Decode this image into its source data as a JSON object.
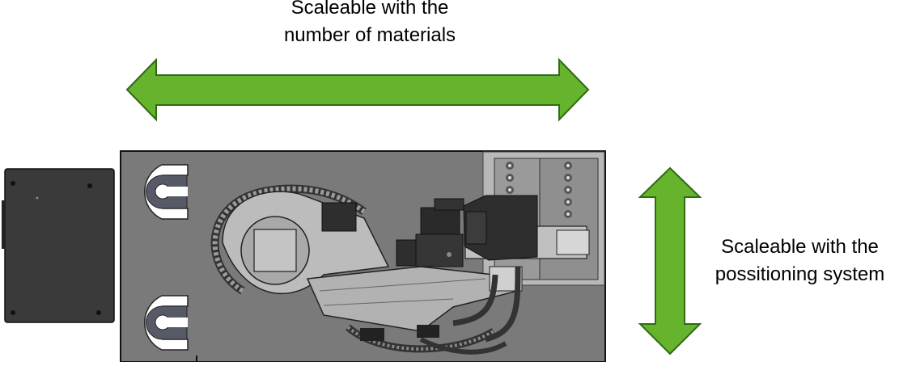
{
  "annotations": {
    "top": {
      "line1": "Scaleable with the",
      "line2": "number of materials"
    },
    "right": {
      "line1": "Scaleable with the",
      "line2": "possitioning system"
    }
  },
  "colors": {
    "arrow_fill": "#66b32e",
    "arrow_stroke": "#2f6b12",
    "platform": "#7a7a7a",
    "cabinet": "#3a3a3a",
    "robot_body": "#b9b9b9",
    "motor": "#2e2e2e",
    "white": "#ffffff"
  },
  "icons": {
    "double_arrow_horizontal": "double-arrow-horizontal-icon",
    "double_arrow_vertical": "double-arrow-vertical-icon"
  }
}
